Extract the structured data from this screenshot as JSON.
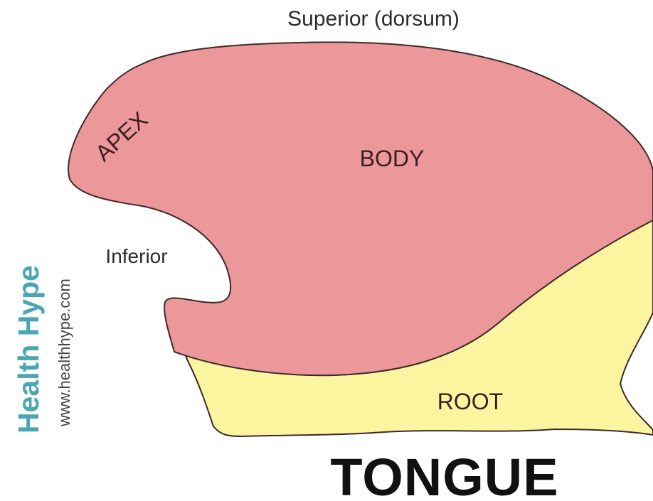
{
  "diagram": {
    "title": "TONGUE",
    "labels": {
      "superior": "Superior (dorsum)",
      "inferior": "Inferior",
      "apex": "APEX",
      "body": "BODY",
      "root": "ROOT"
    },
    "regions": [
      {
        "name": "body",
        "color": "#ec979a"
      },
      {
        "name": "root",
        "color": "#fbf5a0"
      }
    ],
    "outline_color": "#3d2a2a"
  },
  "watermark": {
    "brand": "Health Hype",
    "url": "www.healthhype.com",
    "color": "#4aa6b4"
  }
}
